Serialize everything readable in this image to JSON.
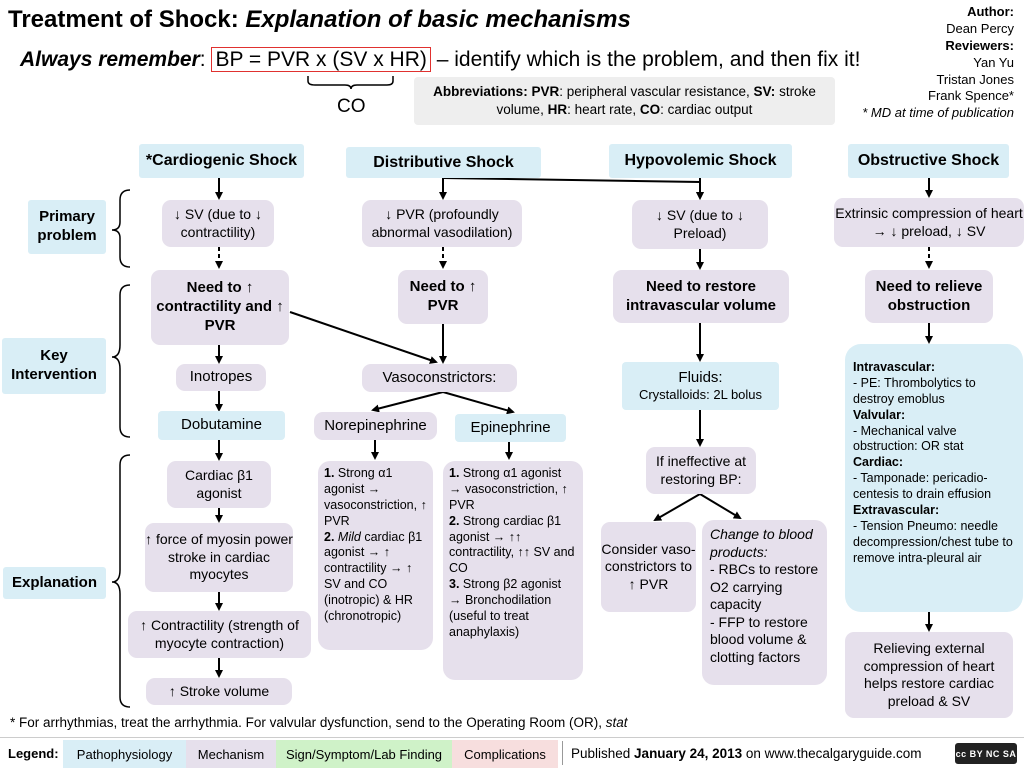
{
  "title": {
    "main": "Treatment of Shock: ",
    "italic": "Explanation of basic mechanisms"
  },
  "remember": {
    "label": "Always remember",
    "colon": ":",
    "formula": "BP = PVR x (SV x HR)",
    "rest": "– identify which is the problem, and then fix it!",
    "co": "CO"
  },
  "abbreviations": {
    "label": "Abbreviations: ",
    "pvr_key": "PVR",
    "pvr": ": peripheral vascular resistance, ",
    "sv_key": "SV:",
    "sv": " stroke volume, ",
    "hr_key": "HR",
    "hr": ": heart rate, ",
    "co_key": "CO",
    "co": ": cardiac output"
  },
  "credits": {
    "author_label": "Author:",
    "author": "Dean Percy",
    "reviewers_label": "Reviewers:",
    "reviewer1": "Yan Yu",
    "reviewer2": "Tristan Jones",
    "reviewer3": "Frank Spence*",
    "note": "* MD at time of publication"
  },
  "row_labels": {
    "primary": "Primary problem",
    "key": "Key Intervention",
    "explanation": "Explanation"
  },
  "cardiogenic": {
    "header": "*Cardiogenic Shock",
    "problem": "↓ SV (due to ↓ contractility)",
    "need": "Need to ↑ contractility and ↑ PVR",
    "inotropes": "Inotropes",
    "dobutamine": "Dobutamine",
    "agonist": "Cardiac  β1 agonist",
    "force": "↑ force of myosin power stroke in cardiac myocytes",
    "contractility": "↑ Contractility (strength of myocyte contraction)",
    "stroke": "↑ Stroke volume"
  },
  "distributive": {
    "header": "Distributive Shock",
    "problem": "↓ PVR (profoundly abnormal vasodilation)",
    "need": "Need to ↑ PVR",
    "vaso": "Vasoconstrictors:",
    "norepi": "Norepinephrine",
    "epi": "Epinephrine",
    "norepi_list": [
      {
        "num": "1.",
        "text": " Strong α1 agonist → vasoconstriction, ↑ PVR"
      },
      {
        "num": "2.",
        "italic": " Mild",
        "text": " cardiac β1 agonist → ↑ contractility → ↑ SV and CO (inotropic) & HR (chronotropic)"
      }
    ],
    "epi_list": [
      {
        "num": "1.",
        "text": " Strong α1 agonist → vasoconstriction, ↑ PVR"
      },
      {
        "num": "2.",
        "text": " Strong cardiac β1 agonist → ↑↑ contractility, ↑↑ SV and CO"
      },
      {
        "num": "3.",
        "text": " Strong β2 agonist → Bronchodilation (useful to treat anaphylaxis)"
      }
    ]
  },
  "hypovolemic": {
    "header": "Hypovolemic Shock",
    "problem": "↓ SV (due to ↓ Preload)",
    "need": "Need to restore intravascular volume",
    "fluids_title": "Fluids:",
    "fluids": "Crystalloids: 2L bolus",
    "ineffective": "If ineffective at restoring BP:",
    "consider": "Consider vaso-constrictors to ↑ PVR",
    "change_title": "Change to blood products:",
    "change_items": [
      "- RBCs to restore O2 carrying capacity",
      "- FFP to restore blood volume & clotting factors"
    ]
  },
  "obstructive": {
    "header": "Obstructive Shock",
    "problem": "Extrinsic compression of heart → ↓ preload, ↓ SV",
    "need": "Need to relieve obstruction",
    "groups": [
      {
        "title": "Intravascular:",
        "text": "- PE: Thrombolytics to destroy emoblus"
      },
      {
        "title": "Valvular:",
        "text": "- Mechanical valve obstruction: OR stat"
      },
      {
        "title": "Cardiac:",
        "text": "- Tamponade: pericadio-centesis to drain effusion"
      },
      {
        "title": "Extravascular:",
        "text": "- Tension Pneumo: needle decompression/chest tube to remove intra-pleural air"
      }
    ],
    "relieving": "Relieving external compression of heart helps restore cardiac preload & SV"
  },
  "footnote": {
    "text": "* For arrhythmias, treat the arrhythmia. For valvular dysfunction, send to the Operating Room (OR), ",
    "italic": "stat"
  },
  "legend": {
    "label": "Legend:",
    "items": [
      {
        "label": "Pathophysiology",
        "color": "#d9eef6"
      },
      {
        "label": "Mechanism",
        "color": "#e6e0ec"
      },
      {
        "label": "Sign/Symptom/Lab Finding",
        "color": "#cff2c8"
      },
      {
        "label": "Complications",
        "color": "#f7dede"
      }
    ],
    "published_pre": "Published ",
    "published_date": "January 24, 2013",
    "published_post": " on www.thecalgaryguide.com",
    "license": "cc BY NC SA"
  },
  "colors": {
    "pathophysiology": "#d9eef6",
    "mechanism": "#e6e0ec",
    "formula_border": "#e0312f"
  }
}
